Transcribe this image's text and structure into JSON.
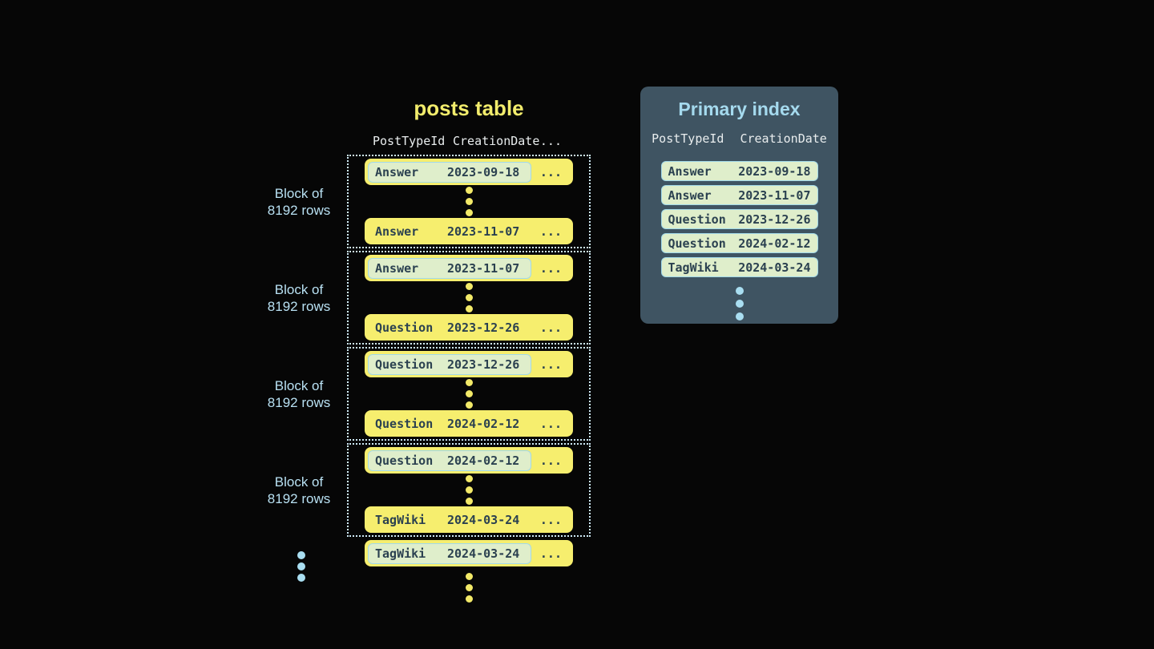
{
  "posts_table": {
    "title": "posts table",
    "columns": {
      "col1": "PostTypeId",
      "col2": "CreationDate",
      "col3": "..."
    },
    "row_ellipsis": "...",
    "blocks": [
      {
        "label": {
          "line1": "Block of",
          "line2": "8192 rows"
        },
        "first": {
          "type": "Answer",
          "date": "2023-09-18"
        },
        "last": {
          "type": "Answer",
          "date": "2023-11-07"
        }
      },
      {
        "label": {
          "line1": "Block of",
          "line2": "8192 rows"
        },
        "first": {
          "type": "Answer",
          "date": "2023-11-07"
        },
        "last": {
          "type": "Question",
          "date": "2023-12-26"
        }
      },
      {
        "label": {
          "line1": "Block of",
          "line2": "8192 rows"
        },
        "first": {
          "type": "Question",
          "date": "2023-12-26"
        },
        "last": {
          "type": "Question",
          "date": "2024-02-12"
        }
      },
      {
        "label": {
          "line1": "Block of",
          "line2": "8192 rows"
        },
        "first": {
          "type": "Question",
          "date": "2024-02-12"
        },
        "last": {
          "type": "TagWiki",
          "date": "2024-03-24"
        }
      }
    ],
    "overflow_row": {
      "type": "TagWiki",
      "date": "2024-03-24"
    }
  },
  "primary_index": {
    "title": "Primary index",
    "columns": {
      "col1": "PostTypeId",
      "col2": "CreationDate"
    },
    "rows": [
      {
        "type": "Answer",
        "date": "2023-09-18"
      },
      {
        "type": "Answer",
        "date": "2023-11-07"
      },
      {
        "type": "Question",
        "date": "2023-12-26"
      },
      {
        "type": "Question",
        "date": "2024-02-12"
      },
      {
        "type": "TagWiki",
        "date": "2024-03-24"
      }
    ]
  },
  "colors": {
    "background": "#060606",
    "row_yellow": "#f6ee6e",
    "row_text": "#2b4150",
    "highlight_green": "#dfeecb",
    "highlight_border": "#a2d9e9",
    "block_border": "#cfeaf6",
    "label_blue": "#b8e0f2",
    "title_yellow": "#f2ec6c",
    "panel_background": "#3f5462",
    "panel_title_blue": "#a5daee",
    "header_text": "#e9edee",
    "dot_blue": "#a9def1"
  }
}
